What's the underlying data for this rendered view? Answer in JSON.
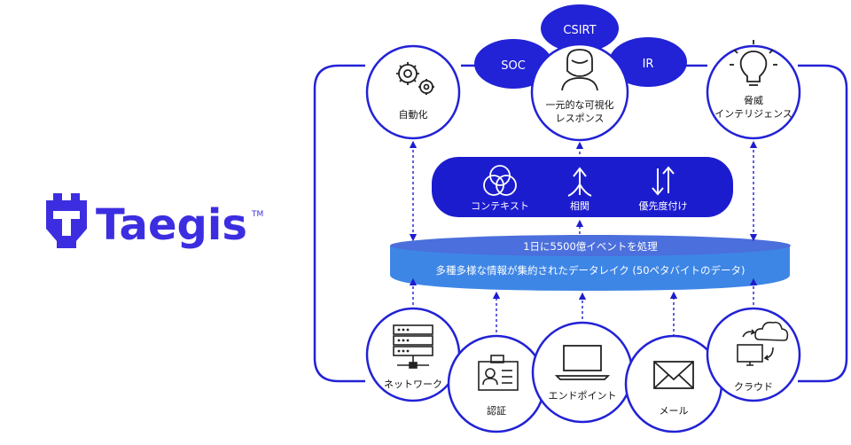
{
  "brand": {
    "name": "Taegis",
    "trademark": "TM",
    "color": "#3c2ee0"
  },
  "colors": {
    "primary": "#2222d6",
    "accent_blue": "#1c1ccf",
    "lake_top": "#4b6fdc",
    "lake_body": "#3e86e6",
    "white": "#ffffff",
    "text": "#111111"
  },
  "teams": [
    "SOC",
    "CSIRT",
    "IR"
  ],
  "top_nodes": [
    {
      "label": "自動化",
      "icon": "gears-icon"
    },
    {
      "label_lines": [
        "一元的な可視化",
        "レスポンス"
      ],
      "icon": "person-icon"
    },
    {
      "label_lines": [
        "脅威",
        "インテリジェンス"
      ],
      "icon": "lightbulb-icon"
    }
  ],
  "capabilities": [
    {
      "label": "コンテキスト",
      "icon": "venn-icon"
    },
    {
      "label": "相関",
      "icon": "correlation-icon"
    },
    {
      "label": "優先度付け",
      "icon": "priority-arrows-icon"
    }
  ],
  "data_lake": {
    "line1": "1日に5500億イベントを処理",
    "line2": "多種多様な情報が集約されたデータレイク (50ペタバイトのデータ)"
  },
  "sources": [
    {
      "label": "ネットワーク",
      "icon": "server-icon"
    },
    {
      "label": "認証",
      "icon": "id-badge-icon"
    },
    {
      "label": "エンドポイント",
      "icon": "laptop-icon"
    },
    {
      "label": "メール",
      "icon": "envelope-icon"
    },
    {
      "label": "クラウド",
      "icon": "cloud-icon"
    }
  ]
}
